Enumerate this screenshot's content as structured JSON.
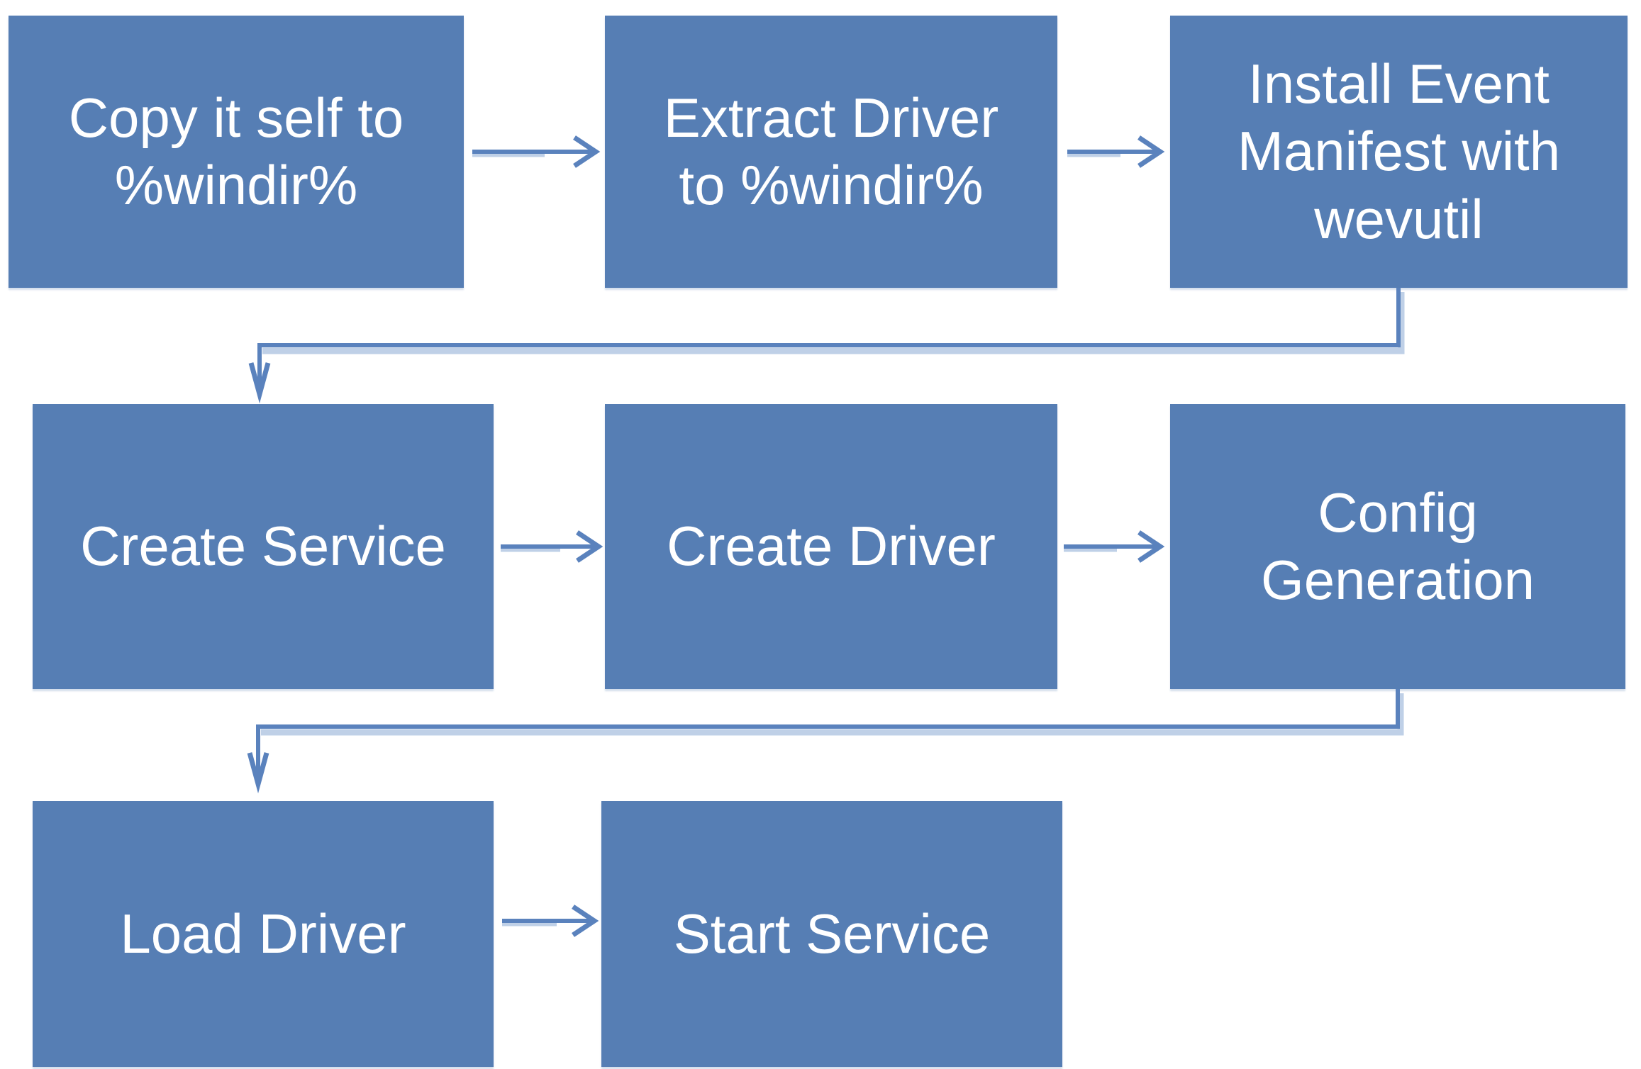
{
  "diagram": {
    "type": "flowchart",
    "nodes": [
      {
        "id": "copy-self",
        "label": "Copy it self to\n%windir%"
      },
      {
        "id": "extract-driver",
        "label": "Extract Driver\nto %windir%"
      },
      {
        "id": "install-event-manifest",
        "label": "Install Event\nManifest with\nwevutil"
      },
      {
        "id": "create-service",
        "label": "Create Service"
      },
      {
        "id": "create-driver",
        "label": "Create Driver"
      },
      {
        "id": "config-generation",
        "label": "Config\nGeneration"
      },
      {
        "id": "load-driver",
        "label": "Load Driver"
      },
      {
        "id": "start-service",
        "label": "Start Service"
      }
    ],
    "edges": [
      {
        "from": "copy-self",
        "to": "extract-driver"
      },
      {
        "from": "extract-driver",
        "to": "install-event-manifest"
      },
      {
        "from": "install-event-manifest",
        "to": "create-service"
      },
      {
        "from": "create-service",
        "to": "create-driver"
      },
      {
        "from": "create-driver",
        "to": "config-generation"
      },
      {
        "from": "config-generation",
        "to": "load-driver"
      },
      {
        "from": "load-driver",
        "to": "start-service"
      }
    ],
    "colors": {
      "box_fill": "#567eb4",
      "connector": "#5a82bd",
      "connector_shadow": "#9db7da",
      "text": "#ffffff",
      "background": "#ffffff"
    }
  }
}
